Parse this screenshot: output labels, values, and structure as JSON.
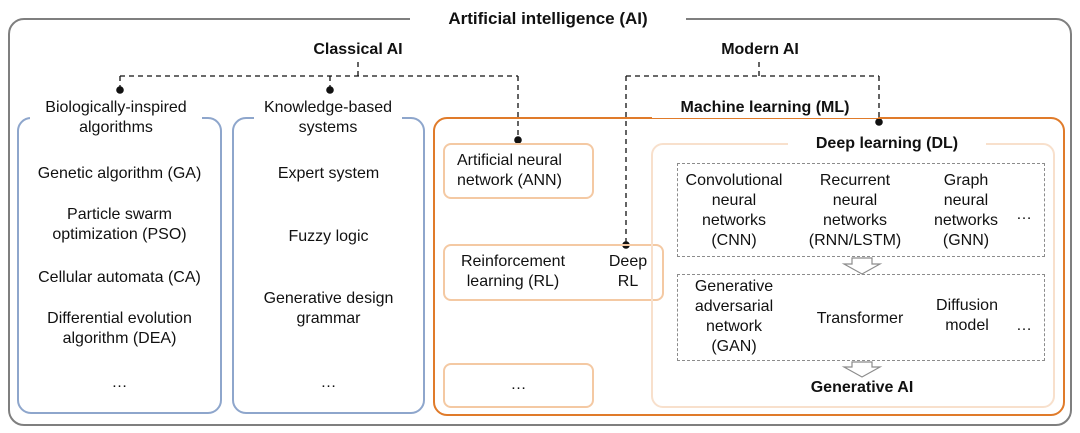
{
  "ai": {
    "title": "Artificial intelligence (AI)"
  },
  "classical": {
    "title": "Classical AI",
    "bio": {
      "header": "Biologically-inspired\nalgorithms",
      "items": [
        "Genetic algorithm (GA)",
        "Particle swarm\noptimization (PSO)",
        "Cellular automata (CA)",
        "Differential evolution\nalgorithm (DEA)",
        "…"
      ]
    },
    "kb": {
      "header": "Knowledge-based\nsystems",
      "items": [
        "Expert system",
        "Fuzzy logic",
        "Generative design\ngrammar",
        "…"
      ]
    }
  },
  "modern": {
    "title": "Modern AI",
    "ml": {
      "title": "Machine learning (ML)",
      "ann": "Artificial neural\nnetwork (ANN)",
      "rl": "Reinforcement\nlearning (RL)",
      "deep_rl": "Deep\nRL",
      "more": "…"
    },
    "dl": {
      "title": "Deep learning (DL)",
      "row1": [
        "Convolutional\nneural\nnetworks\n(CNN)",
        "Recurrent\nneural\nnetworks\n(RNN/LSTM)",
        "Graph\nneural\nnetworks\n(GNN)",
        "…"
      ],
      "row2": [
        "Generative\nadversarial\nnetwork\n(GAN)",
        "Transformer",
        "Diffusion\nmodel",
        "…"
      ],
      "generative": "Generative AI"
    }
  },
  "colors": {
    "outer": "#7f7f7f",
    "blue": "#8ea6cc",
    "orange": "#e07b2a",
    "light_orange": "#f4c9a3",
    "faint": "#f8e0cc"
  }
}
